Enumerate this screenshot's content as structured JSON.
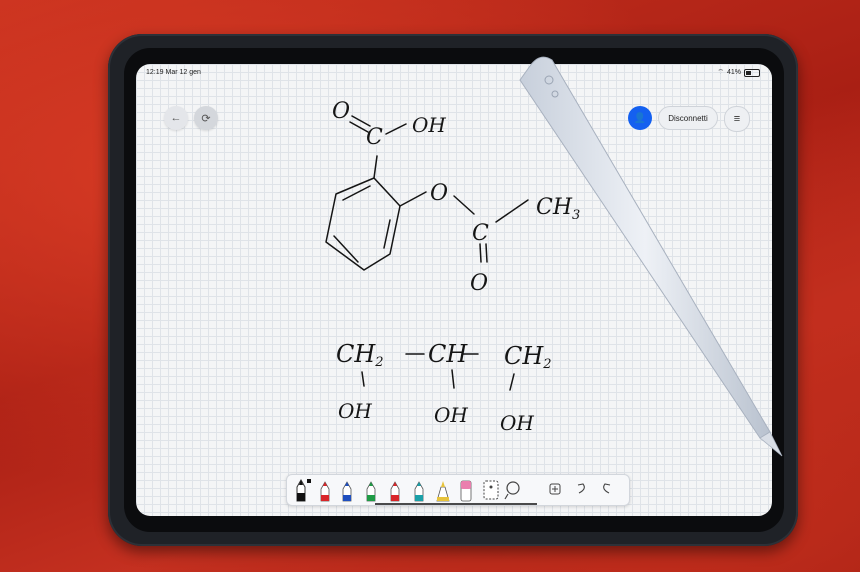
{
  "status": {
    "time": "12:19",
    "date": "Mar 12 gen",
    "battery": "41%",
    "battery_level": 0.41
  },
  "header": {
    "disconnect_label": "Disconnetti"
  },
  "drawing": {
    "formula1": {
      "oh": "OH",
      "o_top": "O",
      "c_top": "C",
      "o_ring": "O",
      "c_ester": "C",
      "ch3": "CH",
      "ch3_sub": "3",
      "o_bottom": "O"
    },
    "formula2": {
      "ch2_left": "CH",
      "ch2_left_sub": "2",
      "ch_mid": "CH",
      "ch2_right": "CH",
      "ch2_right_sub": "2",
      "oh_left": "OH",
      "oh_mid": "OH",
      "oh_right": "OH"
    }
  },
  "toolbar": {
    "tools": [
      "pen",
      "marker-red",
      "marker-blue",
      "marker-green",
      "marker-red",
      "marker-teal",
      "pencil-yellow",
      "eraser",
      "lasso",
      "shape-search",
      "add",
      "undo",
      "redo"
    ],
    "colors": {
      "red": "#d8262a",
      "blue": "#1f4fbf",
      "green": "#1f9b45",
      "teal": "#1aa0a8",
      "yellow": "#e7c33c",
      "pink": "#ea7fae"
    }
  },
  "pencil_label": "apple-pencil"
}
